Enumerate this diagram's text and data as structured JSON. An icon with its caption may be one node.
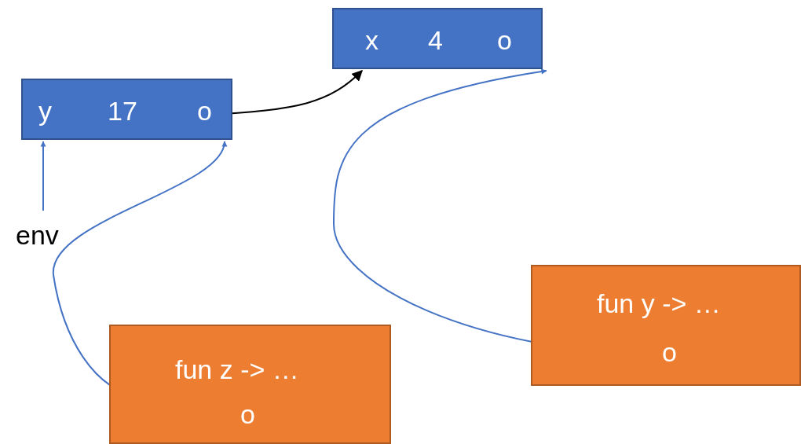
{
  "diagram": {
    "nodes": [
      {
        "text": [
          "x",
          "4",
          "o"
        ]
      },
      {
        "text": [
          "y",
          "17",
          "o"
        ]
      },
      {
        "text": [
          "env"
        ]
      },
      {
        "text": [
          "fun y -> …",
          "o"
        ]
      },
      {
        "text": [
          "fun z -> …",
          "o"
        ]
      }
    ],
    "edges": [
      {
        "from": 1,
        "to": 0,
        "arrow": "to",
        "color": "#000000"
      },
      {
        "from": 3,
        "to": 0,
        "arrow": "to"
      },
      {
        "from": 2,
        "to": 1,
        "arrow": "to"
      },
      {
        "from": 4,
        "to": 1,
        "arrow": "to"
      }
    ]
  }
}
